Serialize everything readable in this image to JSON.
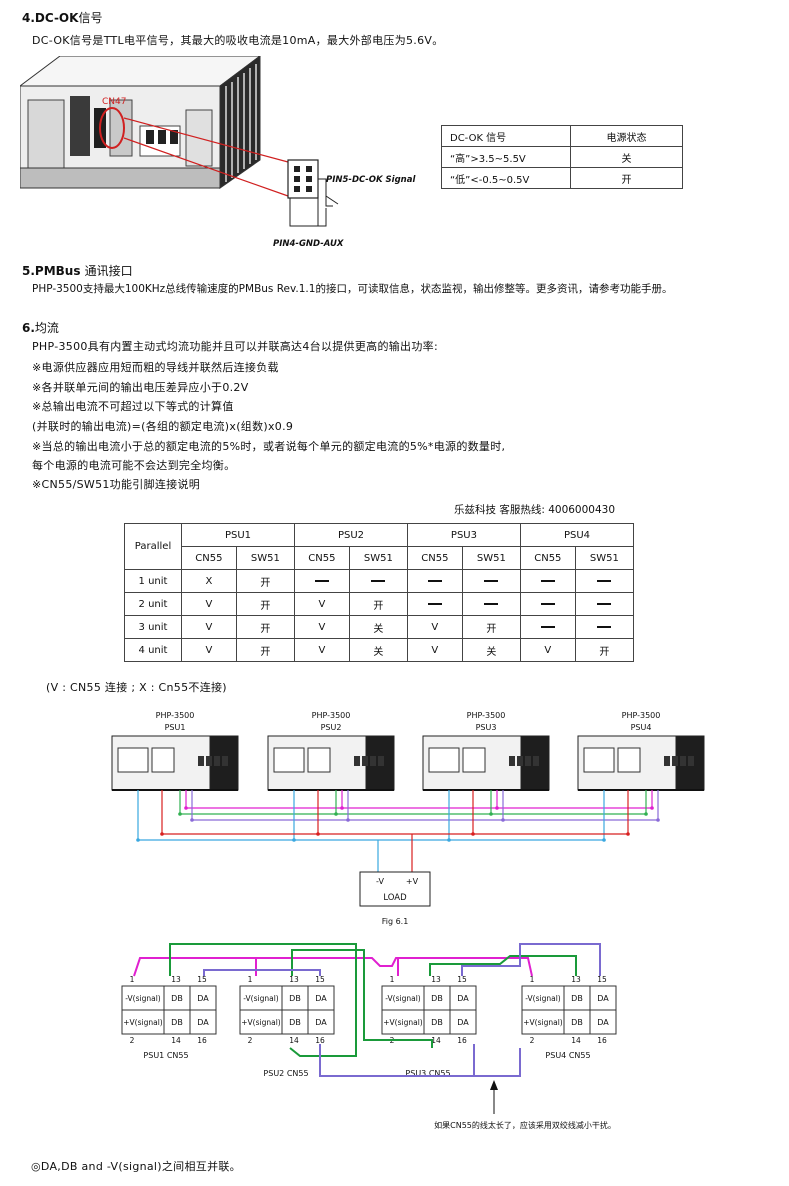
{
  "sec4": {
    "num": "4.DC-OK",
    "zh": "信号",
    "desc": "DC-OK信号是TTL电平信号，其最大的吸收电流是10mA，最大外部电压为5.6V。",
    "photo": {
      "cn_label": "CN47",
      "pin5_label": "PIN5-DC-OK Signal",
      "pin4_label": "PIN4-GND-AUX"
    },
    "table": {
      "headers": [
        "DC-OK 信号",
        "电源状态"
      ],
      "rows": [
        [
          "“高”>3.5~5.5V",
          "关"
        ],
        [
          "“低”<-0.5~0.5V",
          "开"
        ]
      ]
    }
  },
  "sec5": {
    "num": "5.PMBus",
    "zh": "通讯接口",
    "desc": "PHP-3500支持最大100KHz总线传输速度的PMBus Rev.1.1的接口，可读取信息，状态监视，输出修整等。更多资讯，请参考功能手册。"
  },
  "sec6": {
    "num": "6.",
    "zh": "均流",
    "lines": [
      "PHP-3500具有内置主动式均流功能并且可以并联高达4台以提供更高的输出功率:",
      "※电源供应器应用短而粗的导线并联然后连接负载",
      "※各并联单元间的输出电压差异应小于0.2V",
      "※总输出电流不可超过以下等式的计算值",
      "(并联时的输出电流)=(各组的额定电流)x(组数)x0.9",
      "※当总的输出电流小于总的额定电流的5%时，或者说每个单元的额定电流的5%*电源的数量时,",
      "每个电源的电流可能不会达到完全均衡。",
      "※CN55/SW51功能引脚连接说明"
    ],
    "hotline": "乐兹科技 客服热线:  4006000430",
    "parallel_table": {
      "corner": "Parallel",
      "psu_headers": [
        "PSU1",
        "PSU2",
        "PSU3",
        "PSU4"
      ],
      "sub_headers": [
        "CN55",
        "SW51",
        "CN55",
        "SW51",
        "CN55",
        "SW51",
        "CN55",
        "SW51"
      ],
      "rows": [
        {
          "label": "1 unit",
          "cells": [
            "X",
            "开",
            "—",
            "—",
            "—",
            "—",
            "—",
            "—"
          ]
        },
        {
          "label": "2 unit",
          "cells": [
            "V",
            "开",
            "V",
            "开",
            "—",
            "—",
            "—",
            "—"
          ]
        },
        {
          "label": "3 unit",
          "cells": [
            "V",
            "开",
            "V",
            "关",
            "V",
            "开",
            "—",
            "—"
          ]
        },
        {
          "label": "4 unit",
          "cells": [
            "V",
            "开",
            "V",
            "关",
            "V",
            "关",
            "V",
            "开"
          ]
        }
      ]
    },
    "legend_note": "(V : CN55 连接 ; X : Cn55不连接)",
    "fig61": {
      "units": [
        {
          "model": "PHP-3500",
          "name": "PSU1"
        },
        {
          "model": "PHP-3500",
          "name": "PSU2"
        },
        {
          "model": "PHP-3500",
          "name": "PSU3"
        },
        {
          "model": "PHP-3500",
          "name": "PSU4"
        }
      ],
      "load_minus": "-V",
      "load_plus": "+V",
      "load_label": "LOAD",
      "caption": "Fig 6.1"
    },
    "cn55": {
      "connectors": [
        {
          "caption": "PSU1  CN55"
        },
        {
          "caption": "PSU2  CN55"
        },
        {
          "caption": "PSU3  CN55"
        },
        {
          "caption": "PSU4  CN55"
        }
      ],
      "pin_top": [
        "1",
        "13",
        "15"
      ],
      "pin_bottom": [
        "2",
        "14",
        "16"
      ],
      "row1": [
        "-V(signal)",
        "DB",
        "DA"
      ],
      "row2": [
        "+V(signal)",
        "DB",
        "DA"
      ],
      "note": "如果CN55的线太长了，应该采用双绞线减小干扰。",
      "colors": {
        "magenta": "#e020d0",
        "green": "#1a9a3a",
        "purple": "#7a6ad0"
      }
    },
    "footer": "◎DA,DB and -V(signal)之间相互并联。"
  }
}
